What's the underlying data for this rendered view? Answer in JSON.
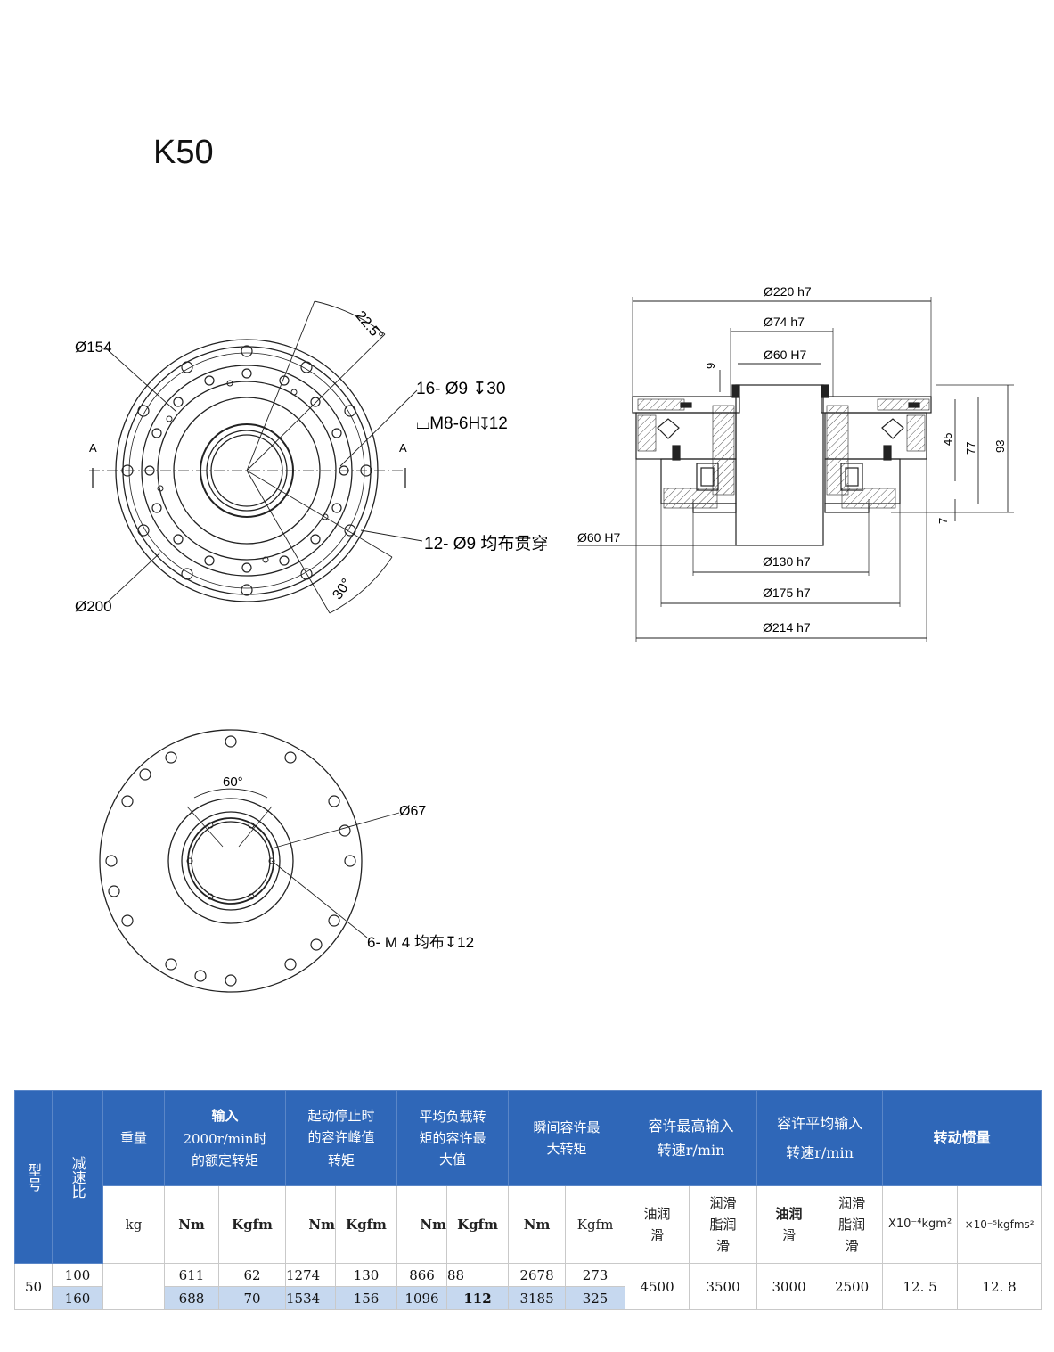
{
  "model_title": "K50",
  "labels": {
    "front_d154": "Ø154",
    "front_d200": "Ø200",
    "angle_22_5": "22.5°",
    "angle_30": "30°",
    "holes_16": "16- Ø9 ↧30",
    "thread_m8": "⌴M8-6H↧12",
    "holes_12": "12- Ø9 均布贯穿",
    "section_a_left": "A",
    "section_a_right": "A",
    "side_d220": "Ø220 h7",
    "side_d74": "Ø74 h7",
    "side_d60_top": "Ø60 H7",
    "side_d60_left": "Ø60 H7",
    "side_d130": "Ø130 h7",
    "side_d175": "Ø175 h7",
    "side_d214": "Ø214 h7",
    "side_9": "9",
    "side_45": "45",
    "side_77": "77",
    "side_93": "93",
    "side_7": "7",
    "back_60deg": "60°",
    "back_d67": "Ø67",
    "back_m4": "6- M 4 均布↧12"
  },
  "table": {
    "h_model": "型号",
    "h_ratio": "减速比",
    "h_weight": "重量",
    "h_rated": [
      "输入",
      "2000r/min时",
      "的额定转矩"
    ],
    "h_peak": [
      "起动停止时",
      "的容许峰值",
      "转矩"
    ],
    "h_avg": [
      "平均负载转",
      "矩的容许最",
      "大值"
    ],
    "h_instant": [
      "瞬间容许最",
      "大转矩"
    ],
    "h_maxspeed": [
      "容许最高输入",
      "转速r/min"
    ],
    "h_avgspeed": [
      "容许平均输入",
      "转速r/min"
    ],
    "h_inertia": "转动惯量",
    "u_kg": "kg",
    "u_nm": "Nm",
    "u_kgfm": "Kgfm",
    "u_oil": [
      "油润",
      "滑"
    ],
    "u_grease": [
      "润滑",
      "脂润",
      "滑"
    ],
    "u_inertia1": "X10⁻⁴kgm²",
    "u_inertia2": "×10⁻⁵kgfms²",
    "model": "50",
    "rows": [
      {
        "ratio": "100",
        "rated_nm": "611",
        "rated_kgfm": "62",
        "peak_nm": "1274",
        "peak_kgfm": "130",
        "avg_nm": "866",
        "avg_kgfm": "88",
        "inst_nm": "2678",
        "inst_kgfm": "273"
      },
      {
        "ratio": "160",
        "rated_nm": "688",
        "rated_kgfm": "70",
        "peak_nm": "1534",
        "peak_kgfm": "156",
        "avg_nm": "1096",
        "avg_kgfm": "112",
        "inst_nm": "3185",
        "inst_kgfm": "325"
      }
    ],
    "max_oil": "4500",
    "max_grease": "3500",
    "avg_oil": "3000",
    "avg_grease": "2500",
    "inertia1": "12. 5",
    "inertia2": "12. 8"
  }
}
